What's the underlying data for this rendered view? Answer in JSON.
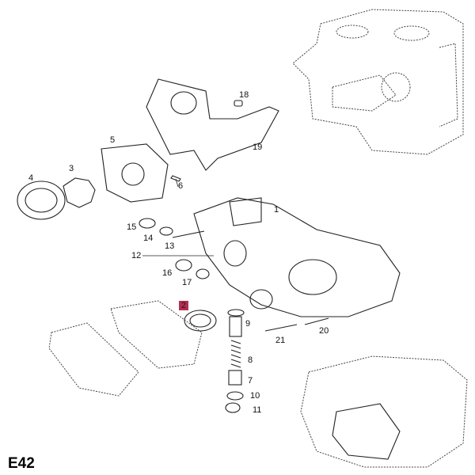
{
  "diagram_code": "E42",
  "highlight_color": "#b03050",
  "highlighted_part": "2",
  "callouts": [
    "1",
    "2",
    "3",
    "4",
    "5",
    "6",
    "7",
    "8",
    "9",
    "10",
    "11",
    "12",
    "13",
    "14",
    "15",
    "16",
    "17",
    "18",
    "19",
    "20",
    "21"
  ]
}
